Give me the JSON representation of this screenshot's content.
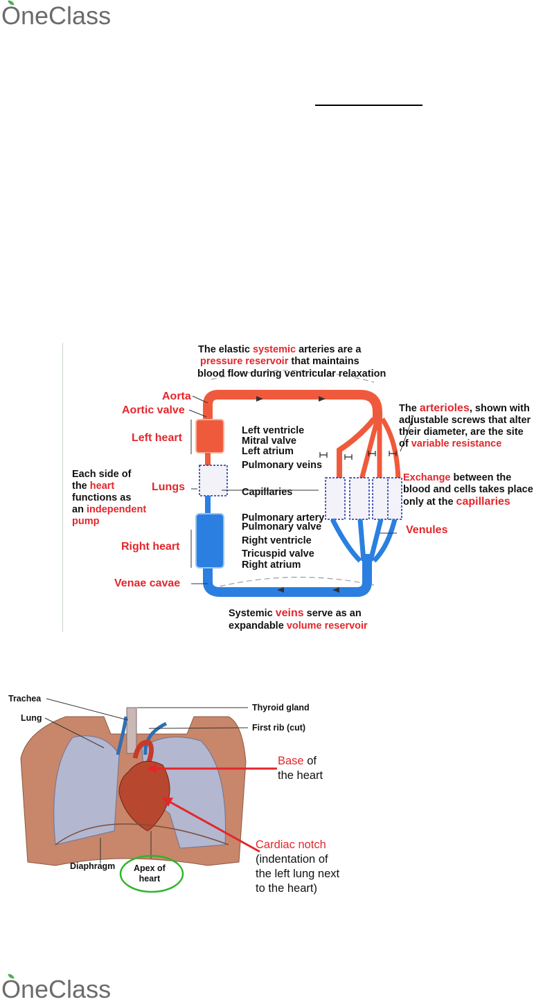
{
  "logo": {
    "text": "OneClass"
  },
  "circulation": {
    "caption_top": [
      "The elastic ",
      "systemic",
      " arteries are a",
      "pressure reservoir",
      " that maintains",
      "blood flow during ventricular relaxation"
    ],
    "aorta": "Aorta",
    "aortic_valve": "Aortic valve",
    "left_heart": "Left heart",
    "lungs": "Lungs",
    "right_heart": "Right heart",
    "venae_cavae": "Venae cavae",
    "left_ventricle": "Left ventricle",
    "mitral_valve": "Mitral valve",
    "left_atrium": "Left atrium",
    "pulmonary_veins": "Pulmonary veins",
    "capillaries": "Capillaries",
    "pulmonary_artery": "Pulmonary artery",
    "pulmonary_valve": "Pulmonary valve",
    "right_ventricle": "Right ventricle",
    "tricuspid_valve": "Tricuspid valve",
    "right_atrium": "Right atrium",
    "side_note": [
      "Each side of",
      "the ",
      "heart",
      "functions as",
      "an ",
      "independent",
      "pump"
    ],
    "arterioles_note": [
      "The ",
      "arterioles",
      ", shown with",
      "adjustable screws that alter",
      "their diameter, are the site",
      "of ",
      "variable resistance"
    ],
    "exchange_note": [
      "Exchange",
      " between the",
      "blood and cells takes place",
      "only at the ",
      "capillaries"
    ],
    "venules": "Venules",
    "caption_bottom": [
      "Systemic ",
      "veins",
      " serve as an",
      "expandable ",
      "volume reservoir"
    ]
  },
  "thorax": {
    "trachea": "Trachea",
    "lung": "Lung",
    "thyroid": "Thyroid gland",
    "first_rib": "First rib (cut)",
    "diaphragm": "Diaphragm",
    "apex": [
      "Apex of",
      "heart"
    ],
    "base": [
      "Base",
      " of",
      "the heart"
    ],
    "notch": [
      "Cardiac notch",
      "(indentation of",
      "the left lung next",
      "to the heart)"
    ]
  },
  "colors": {
    "red_text": "#e3262b",
    "artery": "#f05a3c",
    "vein": "#2a7fe0",
    "apex_ring": "#2bb62b"
  }
}
